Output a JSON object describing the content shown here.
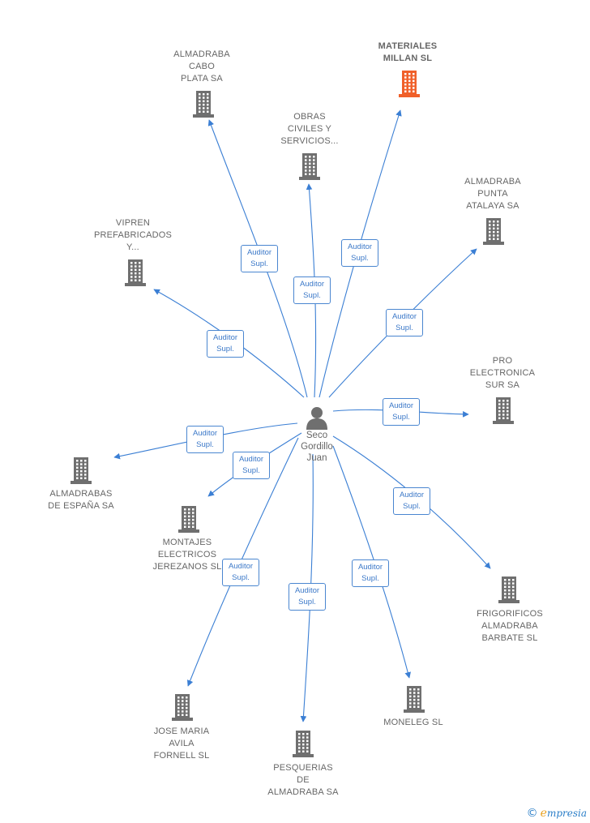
{
  "center": {
    "name": "Seco\nGordillo\nJuan"
  },
  "edge_label": "Auditor\nSupl.",
  "companies": [
    {
      "id": "almadraba-cabo",
      "label": "ALMADRABA\nCABO\nPLATA SA",
      "highlight": false
    },
    {
      "id": "materiales-millan",
      "label": "MATERIALES\nMILLAN SL",
      "highlight": true
    },
    {
      "id": "obras-civiles",
      "label": "OBRAS\nCIVILES Y\nSERVICIOS...",
      "highlight": false
    },
    {
      "id": "almadraba-punta",
      "label": "ALMADRABA\nPUNTA\nATALAYA SA",
      "highlight": false
    },
    {
      "id": "vipren",
      "label": "VIPREN\nPREFABRICADOS\nY...",
      "highlight": false
    },
    {
      "id": "pro-electronica",
      "label": "PRO\nELECTRONICA\nSUR SA",
      "highlight": false
    },
    {
      "id": "almadrabas-espana",
      "label": "ALMADRABAS\nDE ESPAÑA SA",
      "highlight": false
    },
    {
      "id": "montajes",
      "label": "MONTAJES\nELECTRICOS\nJEREZANOS SL",
      "highlight": false
    },
    {
      "id": "frigorificos",
      "label": "FRIGORIFICOS\nALMADRABA\nBARBATE SL",
      "highlight": false
    },
    {
      "id": "jose-maria",
      "label": "JOSE MARIA\nAVILA\nFORNELL SL",
      "highlight": false
    },
    {
      "id": "moneleg",
      "label": "MONELEG SL",
      "highlight": false
    },
    {
      "id": "pesquerias",
      "label": "PESQUERIAS\nDE\nALMADRABA SA",
      "highlight": false
    }
  ],
  "colors": {
    "building": "#6f6f6f",
    "highlight": "#f0602a",
    "edge": "#3b7fd4",
    "person": "#6f6f6f"
  },
  "brand": {
    "copyright": "©",
    "initial": "e",
    "text": "mpresia"
  }
}
